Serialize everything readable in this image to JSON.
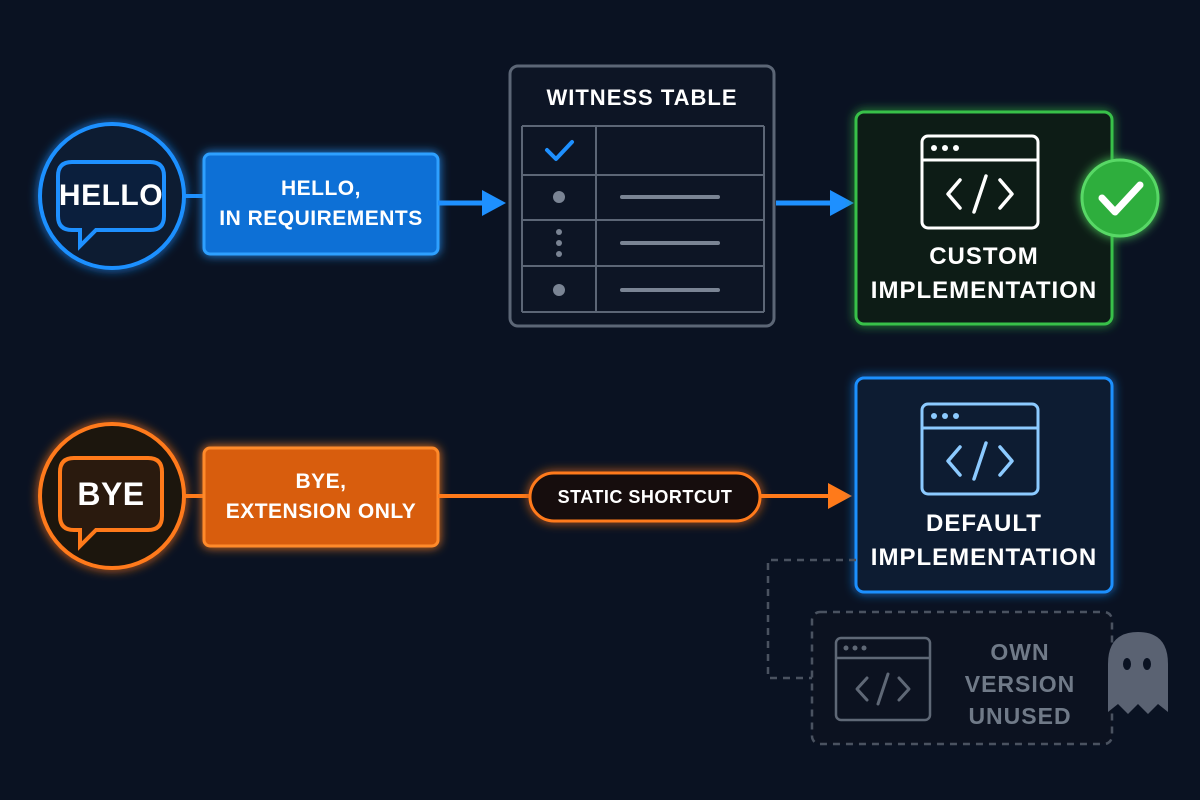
{
  "colors": {
    "background": "#0a1222",
    "blue": "#1e90ff",
    "blue_fill": "#0d6fd6",
    "orange": "#ff7a1a",
    "orange_fill": "#d85d08",
    "green": "#39c04a",
    "gray": "#5c6676"
  },
  "hello": {
    "bubble_text": "HELLO",
    "requirement_label": "HELLO,\nIN REQUIREMENTS"
  },
  "witness_table": {
    "title": "WITNESS TABLE",
    "rows": [
      {
        "marker": "check-icon",
        "highlighted": true
      },
      {
        "marker": "dot-icon",
        "highlighted": false
      },
      {
        "marker": "dots-vertical-icon",
        "highlighted": false
      },
      {
        "marker": "dot-icon",
        "highlighted": false
      }
    ]
  },
  "custom_impl": {
    "label": "CUSTOM\nIMPLEMENTATION",
    "icon": "code-window-icon",
    "badge": "check-badge-icon"
  },
  "bye": {
    "bubble_text": "BYE",
    "extension_label": "BYE,\nEXTENSION ONLY",
    "shortcut_label": "STATIC SHORTCUT"
  },
  "default_impl": {
    "label": "DEFAULT\nIMPLEMENTATION",
    "icon": "code-window-icon"
  },
  "own_version": {
    "label": "OWN VERSION\nUNUSED",
    "icon": "code-window-icon",
    "mascot": "ghost-icon"
  }
}
